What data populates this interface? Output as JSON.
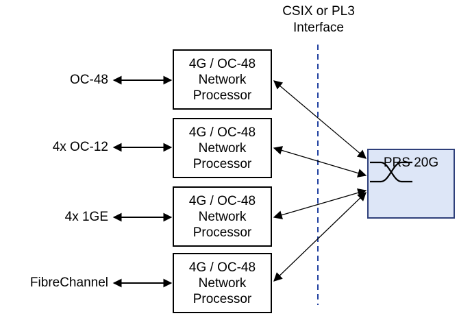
{
  "interface": {
    "line1": "CSIX or PL3",
    "line2": "Interface",
    "line_color": "#2040a0"
  },
  "processors": [
    {
      "line1": "4G / OC-48",
      "line2": "Network",
      "line3": "Processor",
      "port": "OC-48"
    },
    {
      "line1": "4G / OC-48",
      "line2": "Network",
      "line3": "Processor",
      "port": "4x OC-12"
    },
    {
      "line1": "4G / OC-48",
      "line2": "Network",
      "line3": "Processor",
      "port": "4x 1GE"
    },
    {
      "line1": "4G / OC-48",
      "line2": "Network",
      "line3": "Processor",
      "port": "FibreChannel"
    }
  ],
  "switch": {
    "label": "PRS 20G",
    "icon": "crossbar-switch-icon",
    "fill": "#dde6f7",
    "border": "#2e3f7a"
  }
}
